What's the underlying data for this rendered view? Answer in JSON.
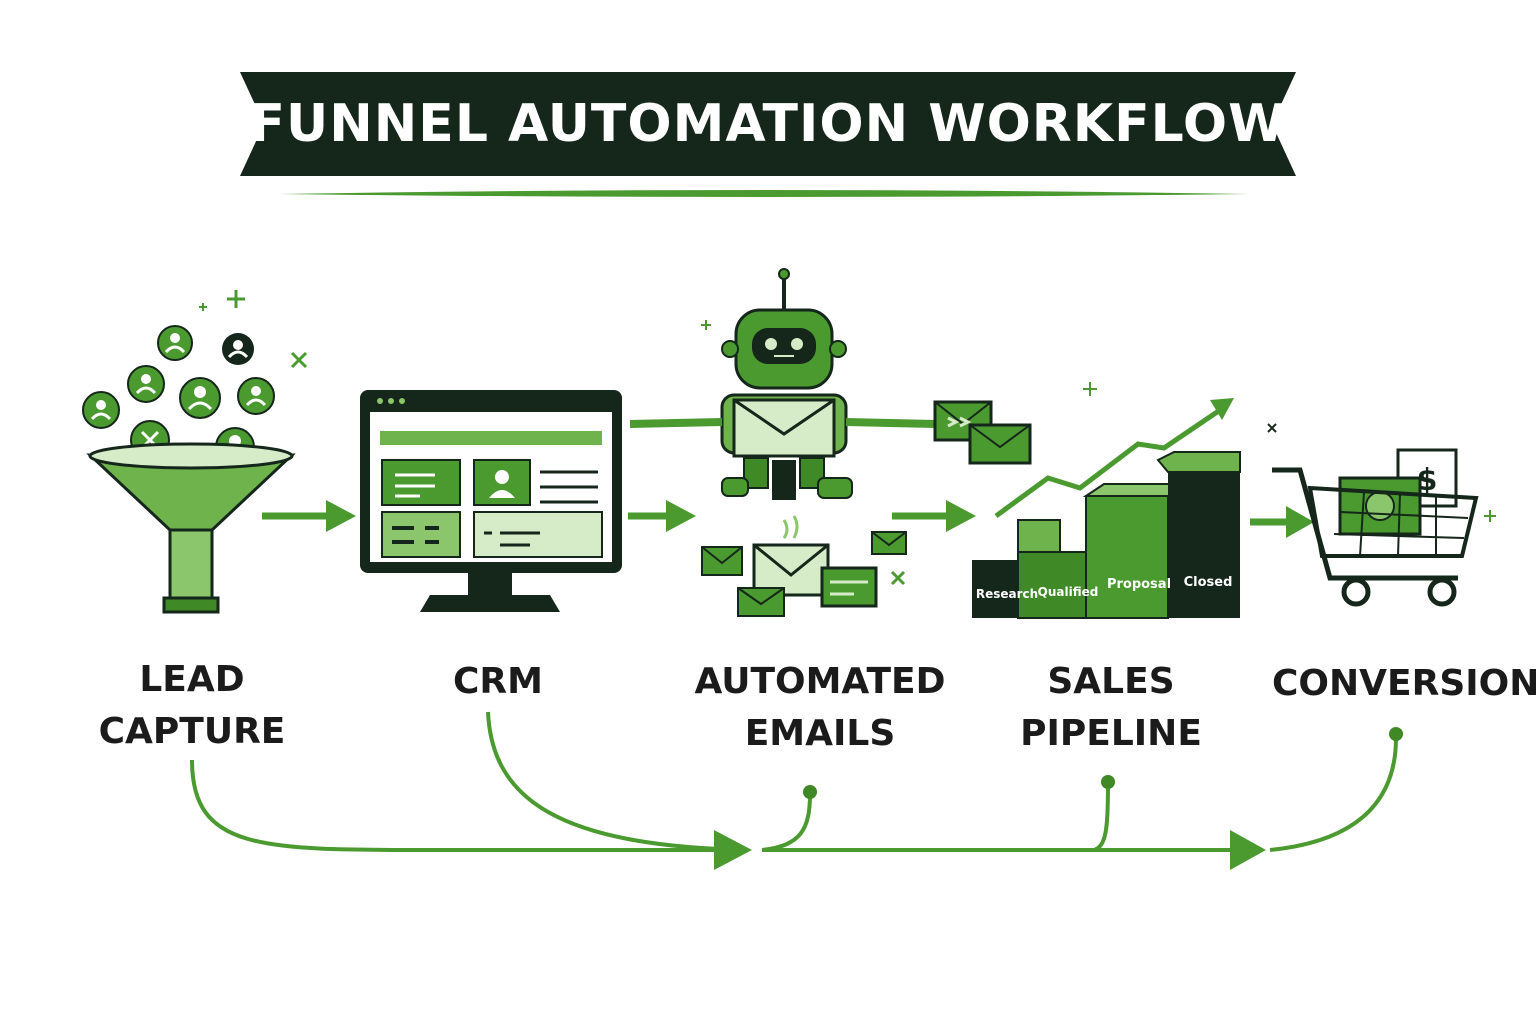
{
  "title": "FUNNEL AUTOMATION WORKFLOW",
  "colors": {
    "dark": "#15261a",
    "green": "#4a9a30",
    "light_green": "#8cc66c",
    "pale_green": "#d6ebc8"
  },
  "stages": [
    {
      "id": "lead",
      "lines": [
        "LEAD",
        "CAPTURE"
      ],
      "icon": "funnel-icon"
    },
    {
      "id": "crm",
      "lines": [
        "CRM"
      ],
      "icon": "monitor-icon"
    },
    {
      "id": "emails",
      "lines": [
        "AUTOMATED",
        "EMAILS"
      ],
      "icon": "robot-icon"
    },
    {
      "id": "pipeline",
      "lines": [
        "SALES",
        "PIPELINE"
      ],
      "icon": "bar-chart-icon"
    },
    {
      "id": "conversion",
      "lines": [
        "CONVERSION"
      ],
      "icon": "shopping-cart-icon"
    }
  ],
  "pipeline_bars": [
    "Research",
    "Qualified",
    "Proposal",
    "Closed"
  ],
  "cart_price_symbol": "$"
}
